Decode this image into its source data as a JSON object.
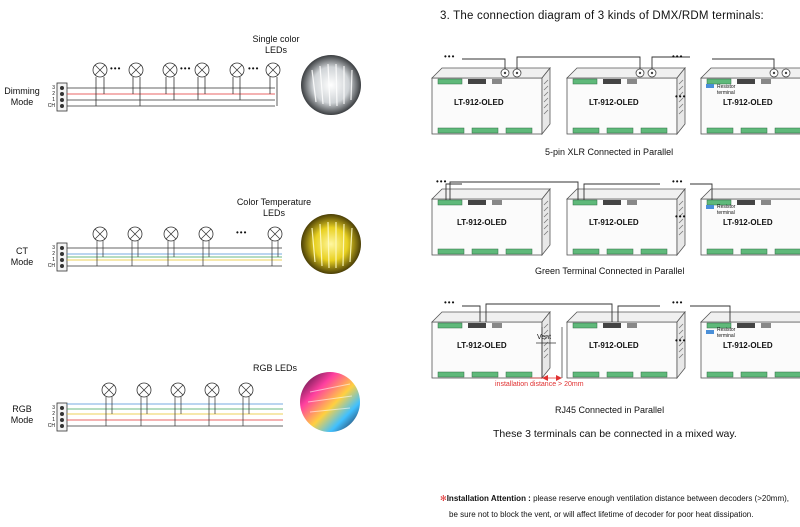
{
  "left": {
    "modes": [
      {
        "id": "dimming",
        "label_line1": "Dimming",
        "label_line2": "Mode",
        "led_label_line1": "Single color",
        "led_label_line2": "LEDs",
        "pins": [
          "3",
          "2",
          "1",
          "CH"
        ]
      },
      {
        "id": "ct",
        "label_line1": "CT",
        "label_line2": "Mode",
        "led_label_line1": "Color Temperature",
        "led_label_line2": "LEDs",
        "pins": [
          "3",
          "2",
          "1",
          "CH"
        ]
      },
      {
        "id": "rgb",
        "label_line1": "RGB",
        "label_line2": "Mode",
        "led_label_line1": "RGB LEDs",
        "led_label_line2": "",
        "pins": [
          "3",
          "2",
          "1",
          "CH"
        ]
      }
    ],
    "ellipsis": "•••"
  },
  "right": {
    "heading": "3. The connection diagram of 3 kinds  of DMX/RDM terminals:",
    "device_name": "LT-912-OLED",
    "ellipsis": "•••",
    "resistor_line1": "Resistor",
    "resistor_line2": "terminal",
    "captions": [
      "5-pin XLR Connected in Parallel",
      "Green Terminal Connected in Parallel",
      "RJ45 Connected in Parallel"
    ],
    "vent_label": "Vent",
    "distance_label": "installation distance  > 20mm",
    "mixed_note": "These 3 terminals can be connected in a mixed way.",
    "attention_title": "Installation Attention :",
    "attention_line1": " please reserve enough ventilation distance between decoders (>20mm),",
    "attention_line2": "be sure not to block the vent, or will affect lifetime of decoder for poor heat dissipation."
  },
  "colors": {
    "wire_black": "#333333",
    "wire_red": "#e03030",
    "wire_blue": "#4a8fd8",
    "wire_green": "#3aa35a",
    "wire_yellow": "#e8c020",
    "device_green": "#5fb97a",
    "accent_red": "#e03030"
  }
}
